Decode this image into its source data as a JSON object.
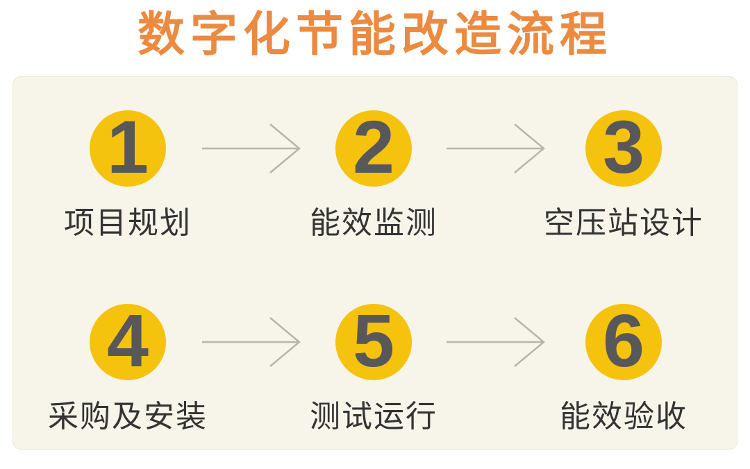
{
  "title": "数字化节能改造流程",
  "steps": [
    {
      "number": "1",
      "label": "项目规划"
    },
    {
      "number": "2",
      "label": "能效监测"
    },
    {
      "number": "3",
      "label": "空压站设计"
    },
    {
      "number": "4",
      "label": "采购及安装"
    },
    {
      "number": "5",
      "label": "测试运行"
    },
    {
      "number": "6",
      "label": "能效验收"
    }
  ],
  "colors": {
    "page_bg": "#ffffff",
    "panel_bg": "#f7f5e9",
    "panel_border": "#ebe8db",
    "title_color": "#eb8a40",
    "circle_fill": "#f5c30d",
    "number_color": "#58585a",
    "label_color": "#333333",
    "arrow_color": "#b5b5ad"
  }
}
